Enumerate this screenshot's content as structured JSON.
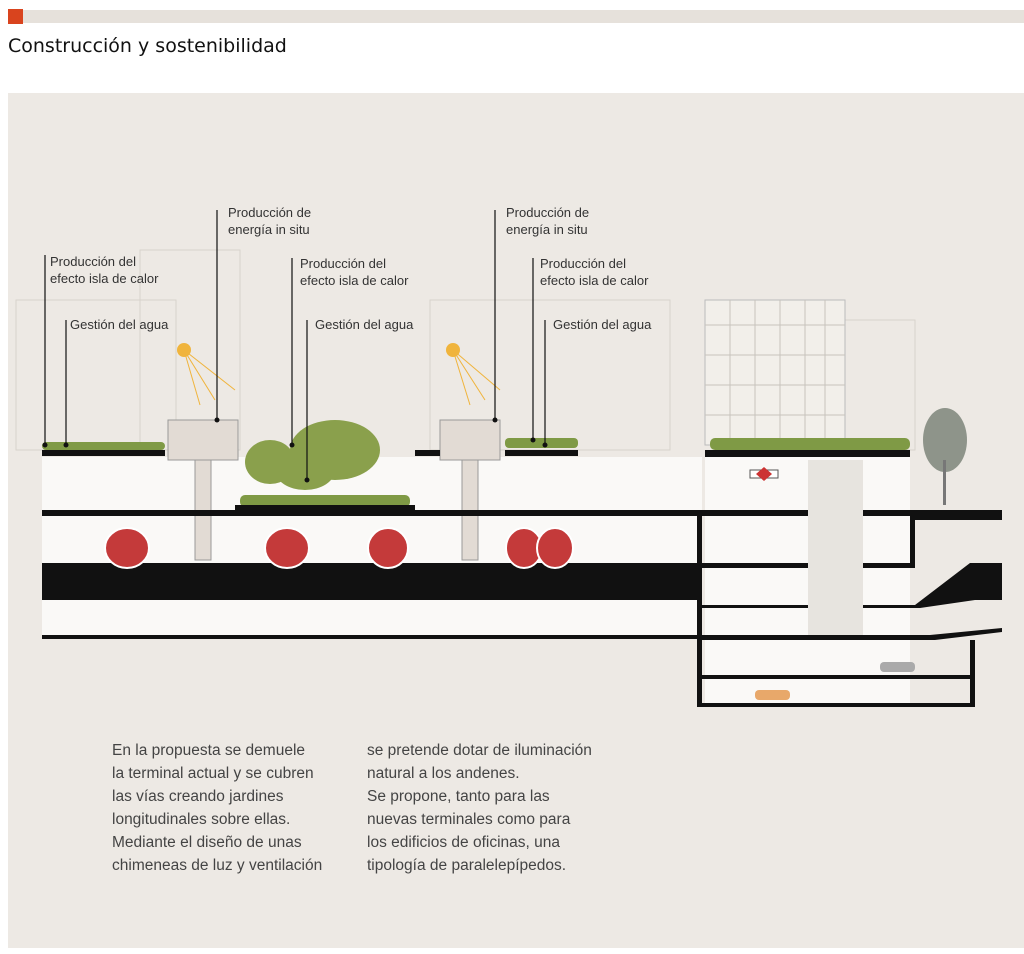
{
  "header": {
    "title": "Construcción y sostenibilidad",
    "accent": "#d9441e"
  },
  "labels": {
    "heat1": [
      "Producción del",
      "efecto isla de calor"
    ],
    "water1": "Gestión del agua",
    "energy1": [
      "Producción de",
      "energía in situ"
    ],
    "heat2": [
      "Producción del",
      "efecto isla de calor"
    ],
    "water2": "Gestión del agua",
    "energy2": [
      "Producción de",
      "energía in situ"
    ],
    "heat3": [
      "Producción del",
      "efecto isla de calor"
    ],
    "water3": "Gestión del agua"
  },
  "body": {
    "col1": [
      "En la propuesta se demuele",
      "la terminal actual y se cubren",
      "las vías creando jardines",
      "longitudinales sobre ellas.",
      "Mediante el diseño de unas",
      "chimeneas de luz y ventilación"
    ],
    "col2": [
      "se pretende dotar de iluminación",
      "natural a los andenes.",
      "Se propone, tanto para las",
      "nuevas terminales como para",
      "los edificios de oficinas, una",
      "tipología de paralelepípedos."
    ]
  }
}
